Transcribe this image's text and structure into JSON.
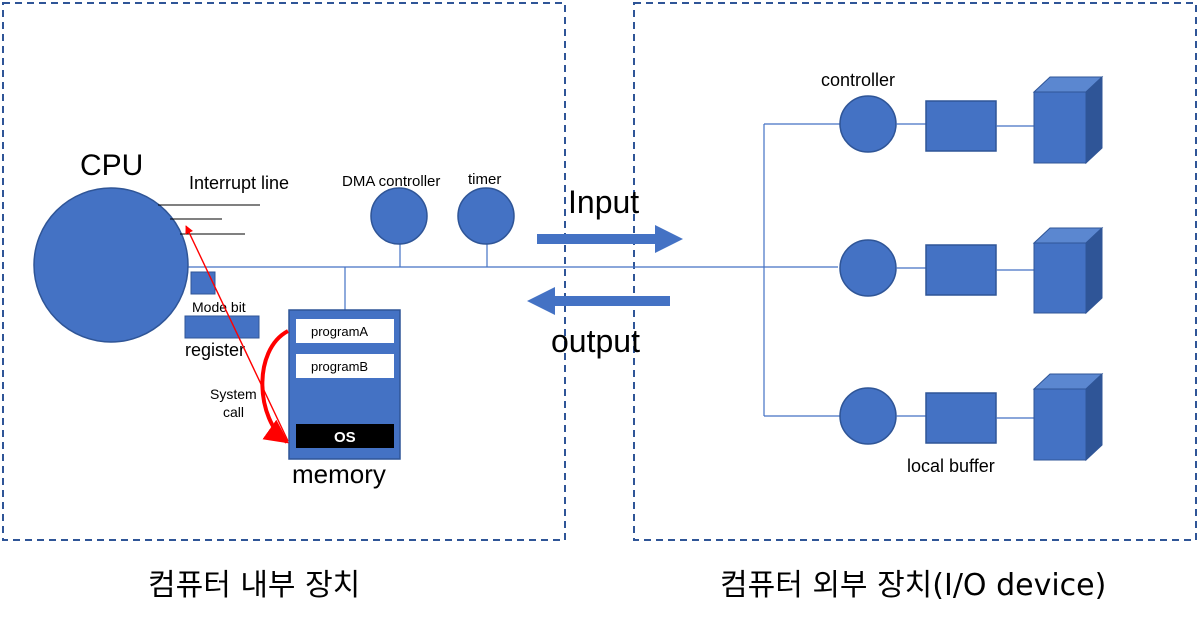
{
  "colors": {
    "shape_fill": "#4472c4",
    "shape_stroke": "#2f5597",
    "dashed_border": "#2f5597",
    "line": "#4472c4",
    "arrow": "#4472c4",
    "system_call": "#ff0000",
    "os_fill": "#000000",
    "text": "#000000"
  },
  "internal": {
    "cpu_label": "CPU",
    "interrupt_label": "Interrupt line",
    "mode_bit_label": "Mode bit",
    "register_label": "register",
    "dma_label": "DMA controller",
    "timer_label": "timer",
    "memory_label": "memory",
    "program_a": "programA",
    "program_b": "programB",
    "os_label": "OS",
    "system_call_line1": "System",
    "system_call_line2": "call",
    "caption": "컴퓨터 내부 장치"
  },
  "transfer": {
    "input_label": "Input",
    "output_label": "output"
  },
  "external": {
    "controller_label": "controller",
    "local_buffer_label": "local buffer",
    "caption": "컴퓨터 외부 장치(I/O device)"
  }
}
